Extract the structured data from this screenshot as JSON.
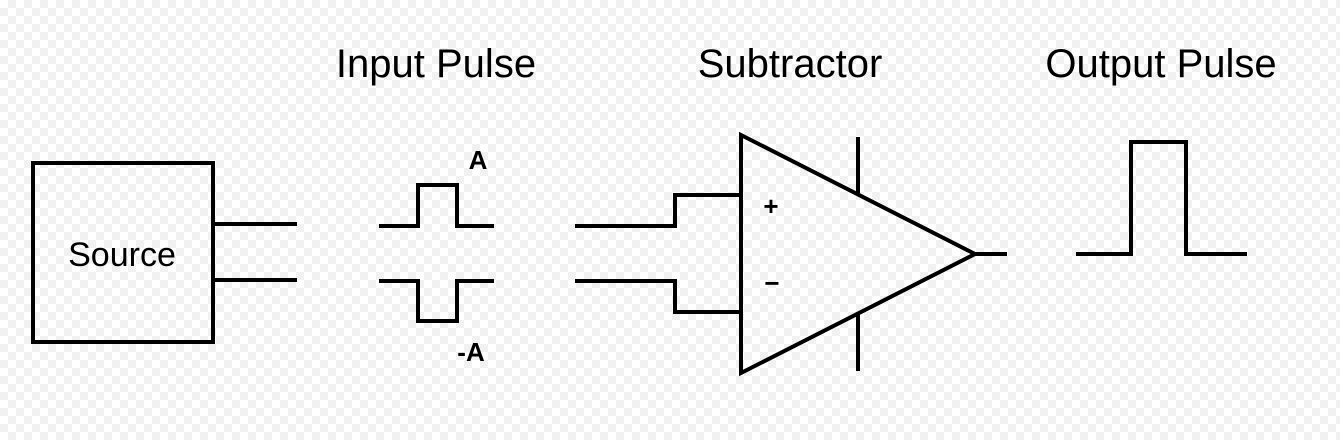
{
  "diagram": {
    "titles": {
      "input_pulse": "Input Pulse",
      "subtractor": "Subtractor",
      "output_pulse": "Output Pulse"
    },
    "source_label": "Source",
    "input_pulse_labels": {
      "positive": "A",
      "negative": "-A"
    },
    "subtractor_inputs": {
      "plus": "+",
      "minus": "−"
    },
    "colors": {
      "stroke": "#000000",
      "background": "#ffffff",
      "checker": "#f1f1f1"
    }
  }
}
